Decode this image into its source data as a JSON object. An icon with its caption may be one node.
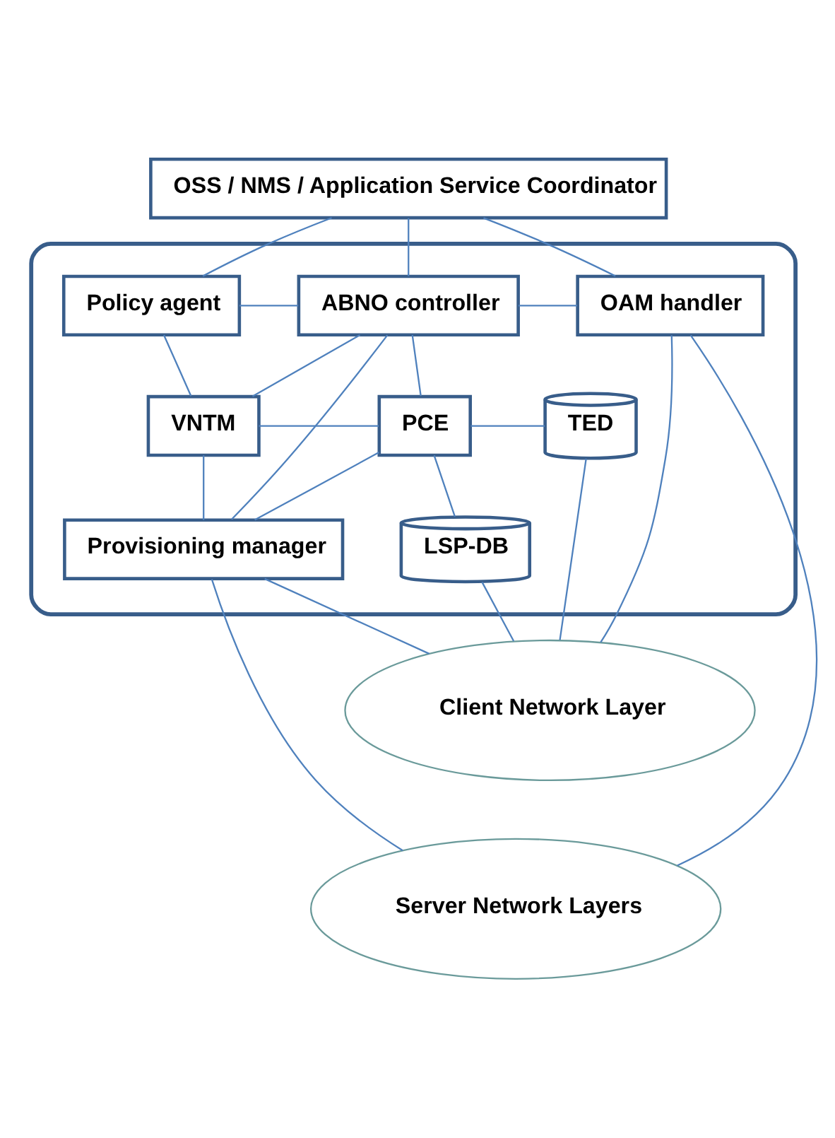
{
  "diagram": {
    "nodes": [
      {
        "text": [
          "OSS / NMS / Application Service Coordinator"
        ]
      },
      {
        "text": [],
        "shape": "box"
      },
      {
        "text": [
          "Policy agent"
        ],
        "in": 1
      },
      {
        "text": [
          "ABNO controller"
        ],
        "in": 1
      },
      {
        "text": [
          "OAM handler"
        ],
        "in": 1
      },
      {
        "text": [
          "VNTM"
        ],
        "in": 1
      },
      {
        "text": [
          "PCE"
        ],
        "in": 1
      },
      {
        "text": [
          "TED"
        ],
        "in": 1
      },
      {
        "text": [
          "Provisioning manager"
        ],
        "in": 1
      },
      {
        "text": [
          "LSP-DB"
        ],
        "in": 1
      },
      {
        "text": [
          "Client Network Layer"
        ]
      },
      {
        "text": [
          "Server Network Layers"
        ]
      }
    ],
    "edges": [
      {
        "from": 0,
        "to": 2,
        "arrow": "none"
      },
      {
        "from": 0,
        "to": 3,
        "arrow": "none"
      },
      {
        "from": 0,
        "to": 4,
        "arrow": "none"
      },
      {
        "from": 2,
        "to": 3,
        "arrow": "none"
      },
      {
        "from": 3,
        "to": 4,
        "arrow": "none"
      },
      {
        "from": 2,
        "to": 5,
        "arrow": "none"
      },
      {
        "from": 3,
        "to": 5,
        "arrow": "none"
      },
      {
        "from": 3,
        "to": 6,
        "arrow": "none"
      },
      {
        "from": 3,
        "to": 8,
        "arrow": "none"
      },
      {
        "from": 5,
        "to": 6,
        "arrow": "none"
      },
      {
        "from": 6,
        "to": 7,
        "arrow": "none"
      },
      {
        "from": 6,
        "to": 9,
        "arrow": "none"
      },
      {
        "from": 5,
        "to": 8,
        "arrow": "none"
      },
      {
        "from": 6,
        "to": 8,
        "arrow": "none"
      },
      {
        "from": 7,
        "to": 10,
        "arrow": "none"
      },
      {
        "from": 9,
        "to": 10,
        "arrow": "none"
      },
      {
        "from": 4,
        "to": 10,
        "arrow": "none"
      },
      {
        "from": 4,
        "to": 11,
        "arrow": "none"
      },
      {
        "from": 8,
        "to": 10,
        "arrow": "none"
      },
      {
        "from": 8,
        "to": 11,
        "arrow": "none"
      }
    ]
  }
}
